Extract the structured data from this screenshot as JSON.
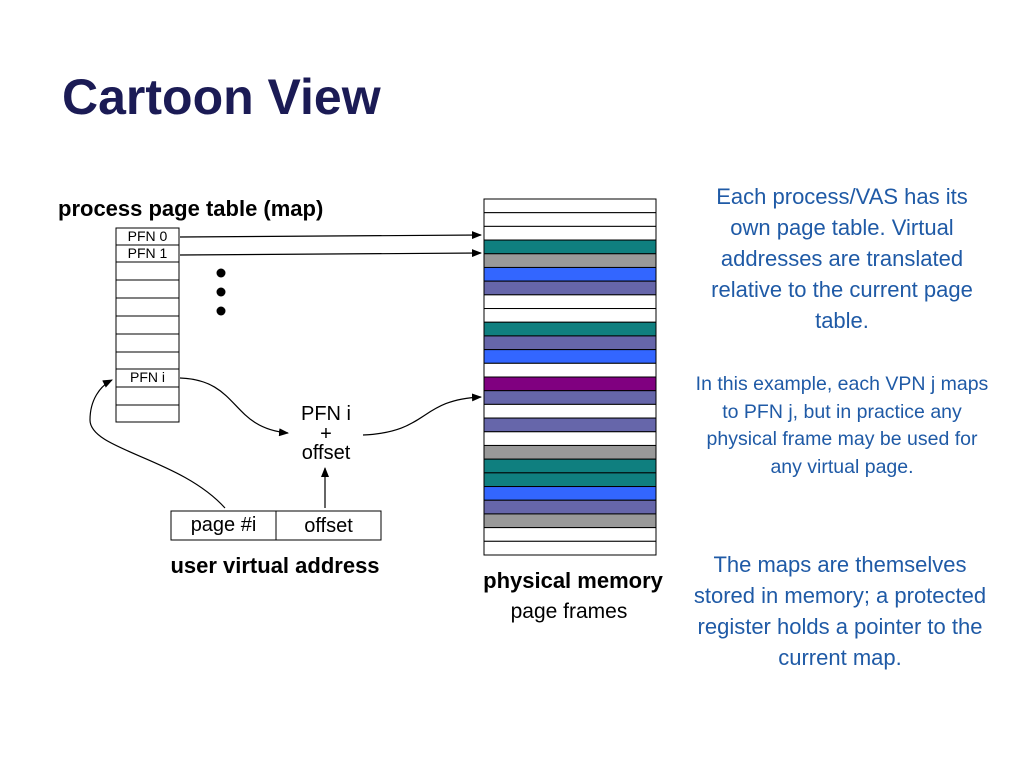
{
  "title": "Cartoon View",
  "page_table": {
    "heading": "process page table (map)",
    "rows": [
      "PFN 0",
      "PFN 1",
      "",
      "",
      "",
      "",
      "",
      "",
      "PFN i",
      "",
      ""
    ]
  },
  "translation": {
    "pfn": "PFN i",
    "plus": "+",
    "offset": "offset"
  },
  "virtual_address": {
    "page_field": "page #i",
    "offset_field": "offset",
    "label": "user virtual address"
  },
  "physical_memory": {
    "label": "physical memory",
    "sublabel": "page frames",
    "frame_colors": [
      "#ffffff",
      "#ffffff",
      "#ffffff",
      "#0f7f7f",
      "#999999",
      "#3366ff",
      "#6666aa",
      "#ffffff",
      "#ffffff",
      "#0f7f7f",
      "#6666aa",
      "#3366ff",
      "#ffffff",
      "#800080",
      "#6666aa",
      "#ffffff",
      "#6666aa",
      "#ffffff",
      "#999999",
      "#0f7f7f",
      "#0f7f7f",
      "#3366ff",
      "#6666aa",
      "#999999",
      "#ffffff",
      "#ffffff"
    ]
  },
  "notes": {
    "note1": "Each process/VAS has its own page table. Virtual addresses are translated relative to the current page table.",
    "note2": "In this example, each VPN j maps to PFN j, but in practice any physical frame may be used for any virtual page.",
    "note3": "The maps are themselves stored in memory; a protected register holds a pointer to the current map."
  },
  "colors": {
    "title": "#1b1b55",
    "notes": "#1f5aa6"
  }
}
